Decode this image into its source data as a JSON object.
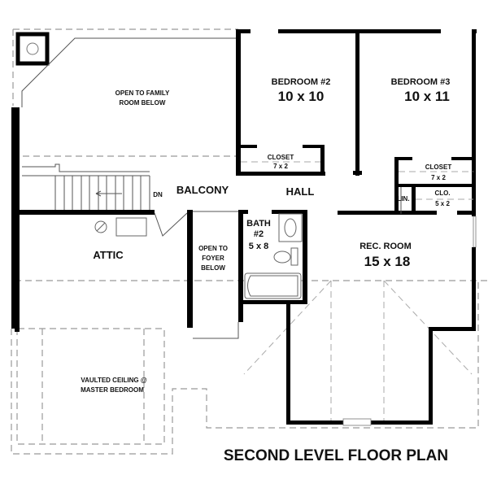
{
  "title": "SECOND LEVEL FLOOR PLAN",
  "rooms": {
    "open_family": {
      "line1": "OPEN TO FAMILY",
      "line2": "ROOM BELOW"
    },
    "bedroom2": {
      "name": "BEDROOM #2",
      "dims": "10 x 10"
    },
    "bedroom3": {
      "name": "BEDROOM #3",
      "dims": "10 x 11"
    },
    "closet_b2": {
      "name": "CLOSET",
      "dims": "7 x 2"
    },
    "closet_b3": {
      "name": "CLOSET",
      "dims": "7 x 2"
    },
    "clo": {
      "name": "CLO.",
      "dims": "5 x 2"
    },
    "linen": {
      "name": "LIN."
    },
    "balcony": {
      "name": "BALCONY"
    },
    "hall": {
      "name": "HALL"
    },
    "stair_dn": {
      "name": "DN"
    },
    "attic": {
      "name": "ATTIC"
    },
    "open_foyer": {
      "line1": "OPEN TO",
      "line2": "FOYER",
      "line3": "BELOW"
    },
    "bath2": {
      "line1": "BATH",
      "line2": "#2",
      "dims": "5 x 8"
    },
    "rec_room": {
      "name": "REC. ROOM",
      "dims": "15 x 18"
    },
    "vaulted": {
      "line1": "VAULTED CEILING @",
      "line2": "MASTER BEDROOM"
    }
  }
}
